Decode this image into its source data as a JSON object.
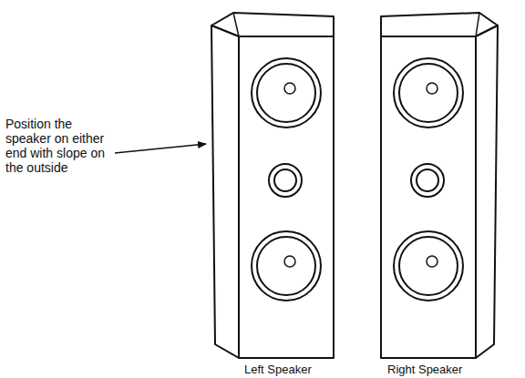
{
  "diagram": {
    "labels": [
      "Position the speaker on either end with slope on the outside",
      "Left Speaker",
      "Right Speaker"
    ]
  }
}
